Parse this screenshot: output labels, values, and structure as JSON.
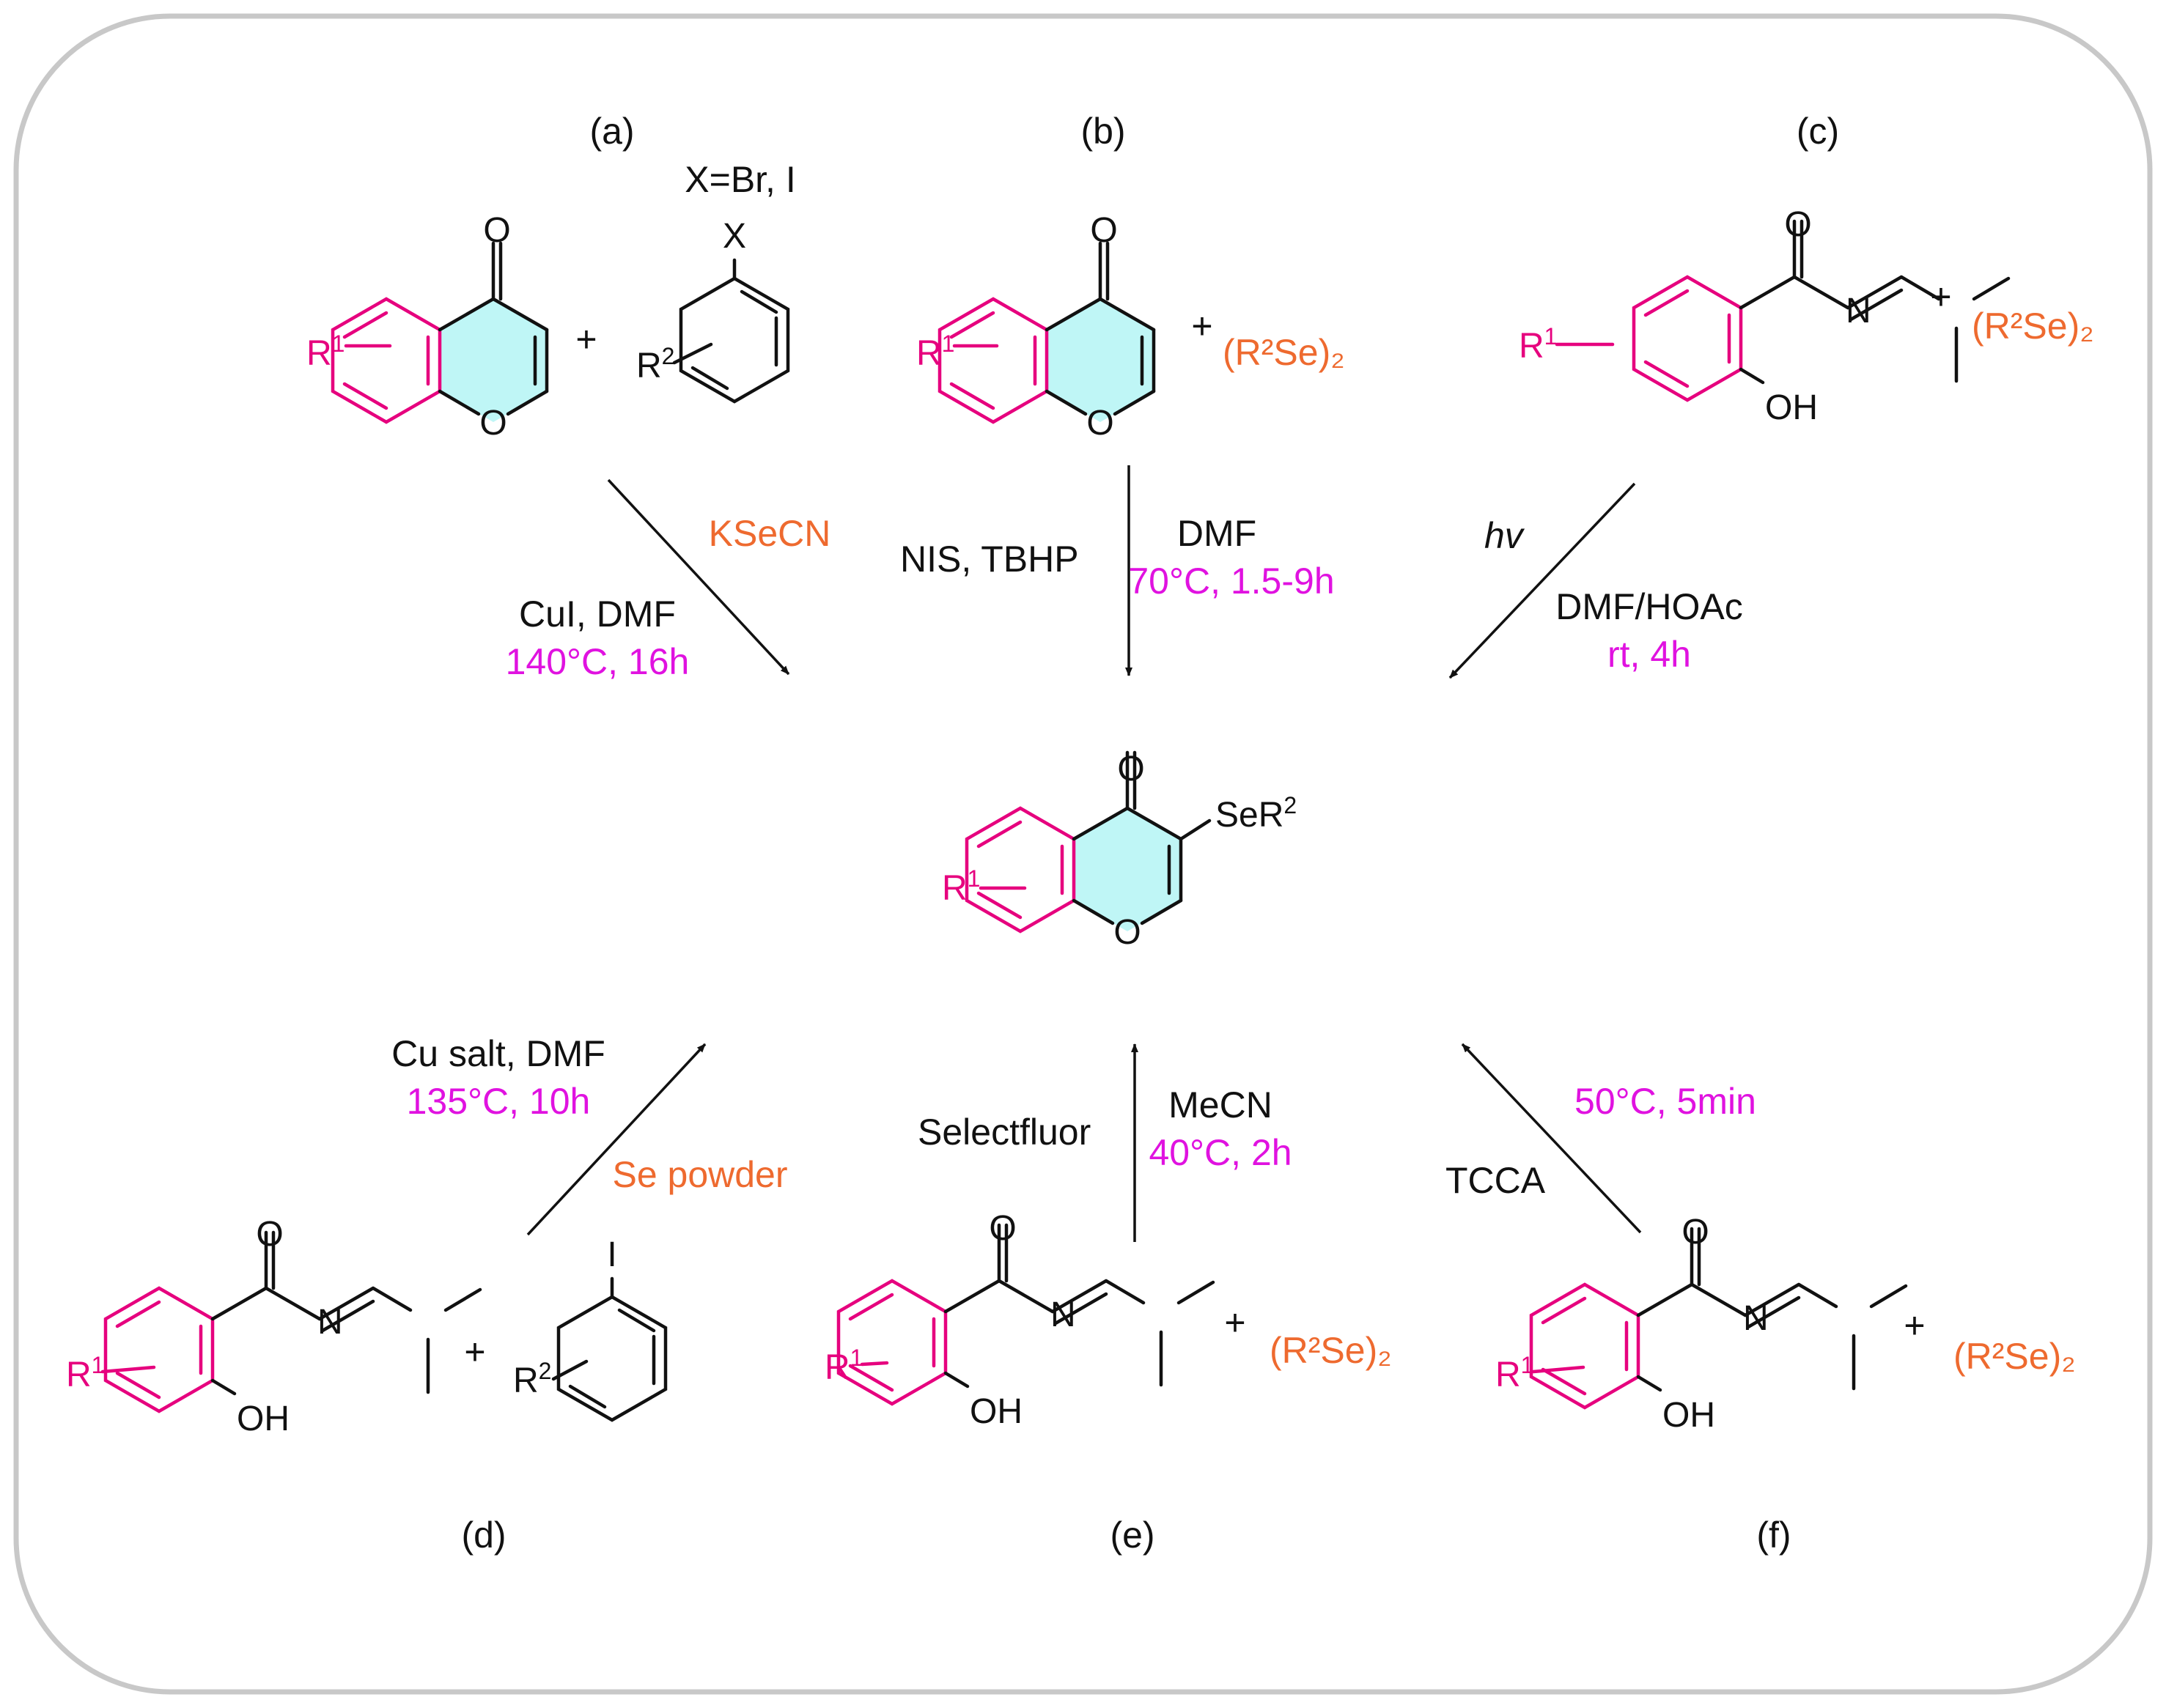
{
  "panels": {
    "a": {
      "tag": "(a)",
      "x_note": "X=Br, I",
      "x_atom": "X",
      "reagent": "KSeCN",
      "conditions": "CuI, DMF",
      "temp": "140°C, 16h"
    },
    "b": {
      "tag": "(b)",
      "reagent_prefix": "+",
      "reagent": "(R²Se)₂",
      "cond_left": "NIS, TBHP",
      "conditions": "DMF",
      "temp": "70°C, 1.5-9h"
    },
    "c": {
      "tag": "(c)",
      "reagent": "(R²Se)₂",
      "light": "hv",
      "conditions": "DMF/HOAc",
      "temp": "rt, 4h"
    },
    "d": {
      "tag": "(d)",
      "iodo_atom": "I",
      "reagent": "Se powder",
      "conditions": "Cu salt, DMF",
      "temp": "135°C, 10h"
    },
    "e": {
      "tag": "(e)",
      "reagent": "(R²Se)₂",
      "cond_left": "Selectfluor",
      "conditions": "MeCN",
      "temp": "40°C, 2h"
    },
    "f": {
      "tag": "(f)",
      "reagent": "(R²Se)₂",
      "cond_left": "TCCA",
      "temp": "50°C, 5min"
    }
  },
  "atoms": {
    "oxygen": "O",
    "nitrogen": "N",
    "hydroxyl": "OH",
    "r_base": "R",
    "sup_one": "1",
    "sup_two": "2",
    "plus": "+",
    "paren_open": "(R",
    "se_close": "Se)",
    "sub_two": "2",
    "product_se": "SeR"
  },
  "colors": {
    "substituent_R1": "#e6007e",
    "reagent": "#ee6a2f",
    "temperature": "#e012e0",
    "pyranone_fill": "#bff6f6",
    "frame": "#c8c8c8"
  }
}
